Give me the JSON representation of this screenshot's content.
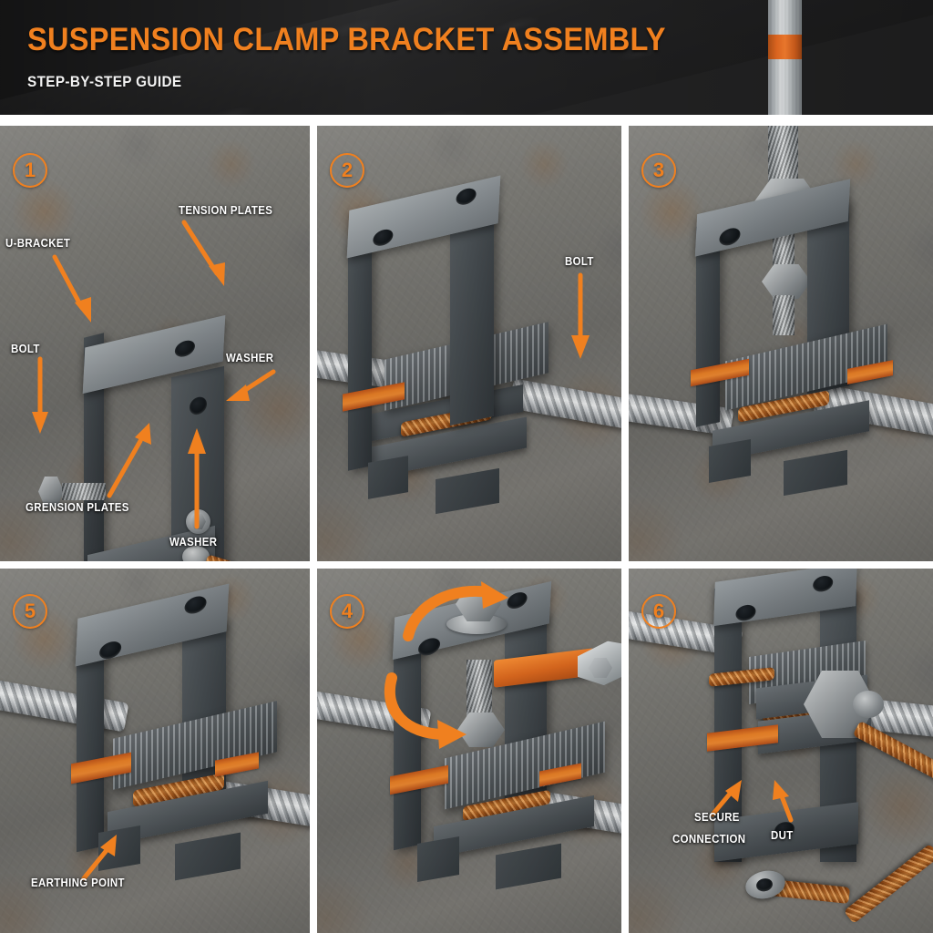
{
  "header": {
    "title": "SUSPENSION CLAMP BRACKET ASSEMBLY",
    "subtitle": "STEP-BY-STEP GUIDE",
    "accent_color": "#F0801F",
    "background_color": "#2b2b2c",
    "rod_band_color": "#d9641f"
  },
  "panels": [
    {
      "number": "1",
      "position": "top-left",
      "labels": [
        {
          "text": "TENSION PLATES",
          "name": "label-tension-plates"
        },
        {
          "text": "U-BRACKET",
          "name": "label-u-bracket"
        },
        {
          "text": "BOLT",
          "name": "label-bolt"
        },
        {
          "text": "WASHER",
          "name": "label-washer-upper"
        },
        {
          "text": "GRENSION PLATES",
          "name": "label-grension-plates"
        },
        {
          "text": "WASHER",
          "name": "label-washer-lower"
        }
      ]
    },
    {
      "number": "2",
      "position": "top-center",
      "labels": [
        {
          "text": "BOLT",
          "name": "label-bolt"
        }
      ]
    },
    {
      "number": "3",
      "position": "top-right",
      "labels": []
    },
    {
      "number": "5",
      "position": "bottom-left",
      "labels": [
        {
          "text": "EARTHING POINT",
          "name": "label-earthing-point"
        }
      ]
    },
    {
      "number": "4",
      "position": "bottom-center",
      "labels": []
    },
    {
      "number": "6",
      "position": "bottom-right",
      "labels": [
        {
          "text": "SECURE",
          "name": "label-secure-line1"
        },
        {
          "text": "CONNECTION",
          "name": "label-secure-line2"
        },
        {
          "text": "DUT",
          "name": "label-dut"
        }
      ]
    }
  ]
}
